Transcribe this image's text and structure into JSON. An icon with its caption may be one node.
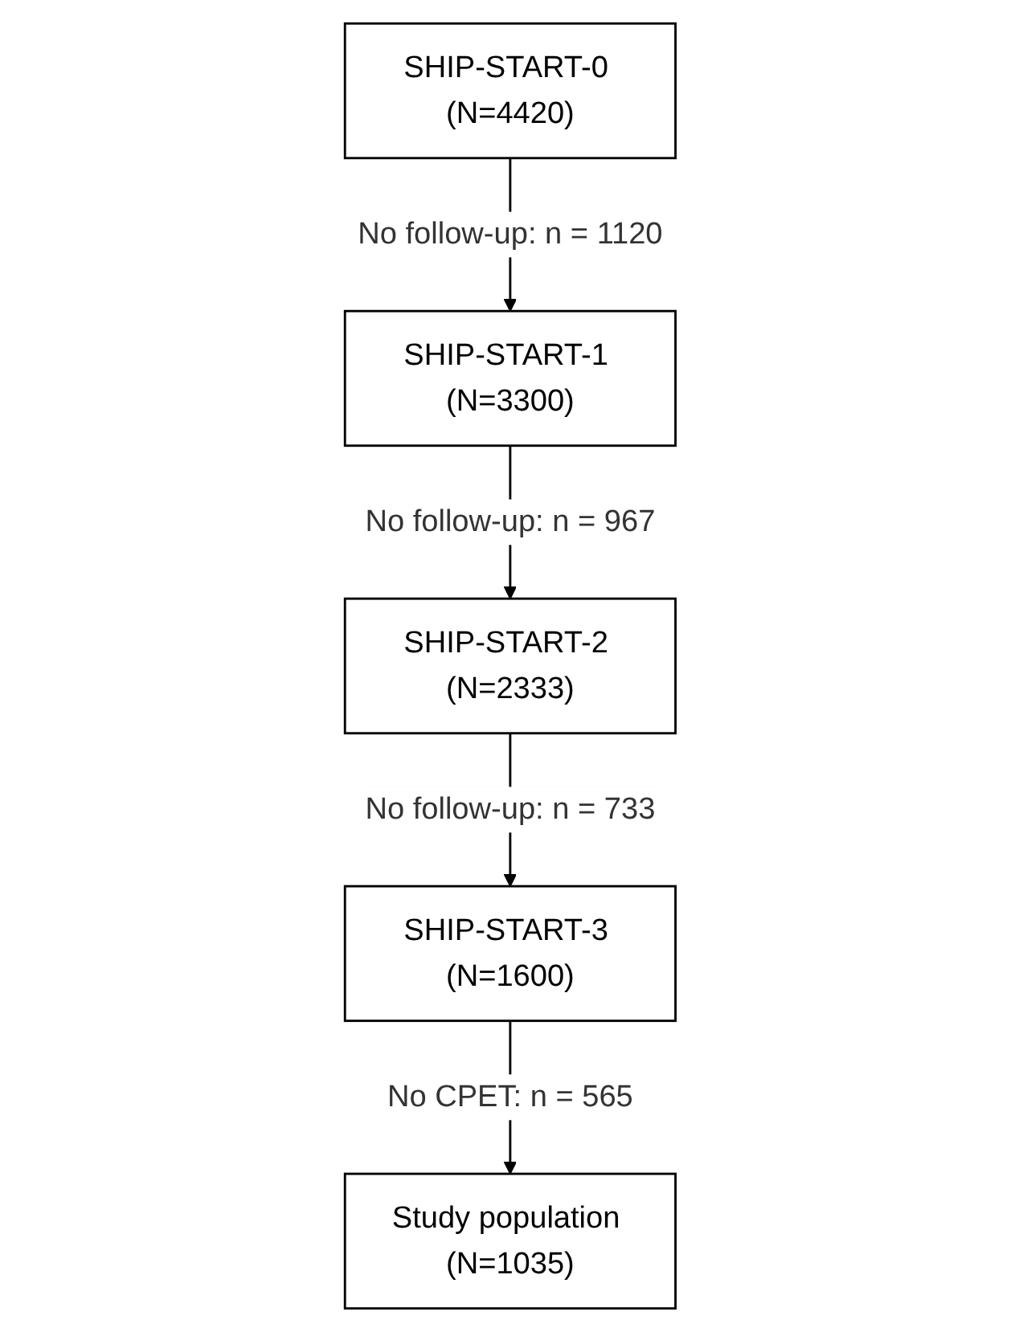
{
  "diagram": {
    "nodes": [
      {
        "text": [
          "SHIP-START-0 (N=4420)"
        ]
      },
      {
        "text": [
          "SHIP-START-1 (N=3300)"
        ]
      },
      {
        "text": [
          "SHIP-START-2 (N=2333)"
        ]
      },
      {
        "text": [
          "SHIP-START-3 (N=1600)"
        ]
      },
      {
        "text": [
          "Study population (N=1035)"
        ]
      }
    ],
    "edges": [
      {
        "from": 0,
        "to": 1,
        "arrow": "to",
        "label": "No follow-up: n = 1120"
      },
      {
        "from": 1,
        "to": 2,
        "arrow": "to",
        "label": "No follow-up: n = 967"
      },
      {
        "from": 2,
        "to": 3,
        "arrow": "to",
        "label": "No follow-up: n = 733"
      },
      {
        "from": 3,
        "to": 4,
        "arrow": "to",
        "label": "No CPET: n = 565"
      }
    ]
  }
}
